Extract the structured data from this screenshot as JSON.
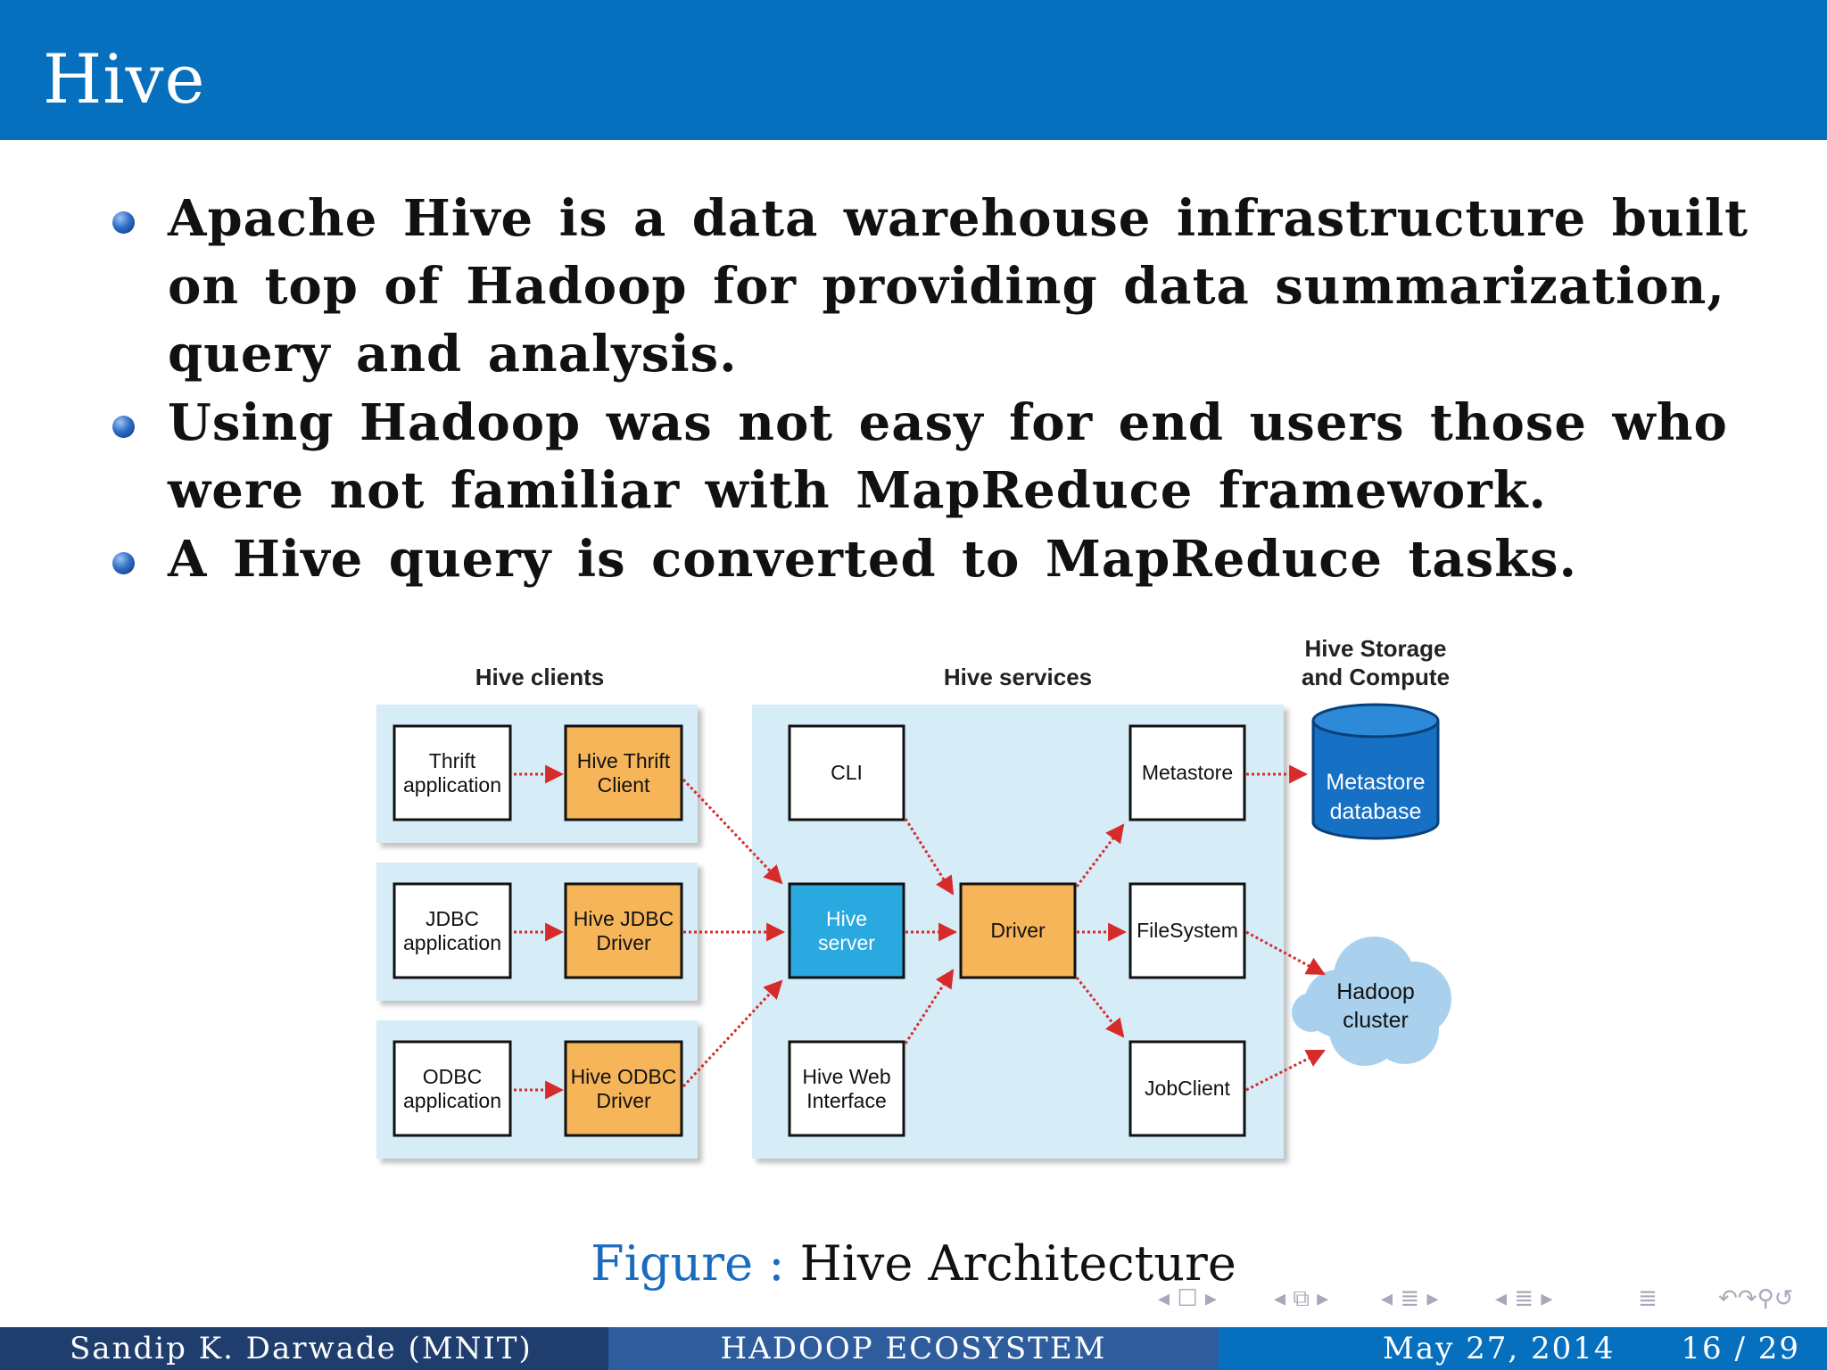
{
  "slide": {
    "title": "Hive"
  },
  "bullets": [
    {
      "text": "Apache Hive is a data warehouse infrastructure built on top of Hadoop for providing data summarization, query and analysis."
    },
    {
      "text": "Using Hadoop was not easy for end users those who were not familiar with MapReduce framework."
    },
    {
      "text": "A Hive query is converted to MapReduce tasks."
    }
  ],
  "diagram": {
    "section_titles": {
      "clients": "Hive clients",
      "services": "Hive services",
      "storage_line1": "Hive Storage",
      "storage_line2": "and Compute"
    },
    "clients": [
      {
        "app_line1": "Thrift",
        "app_line2": "application",
        "driver_line1": "Hive Thrift",
        "driver_line2": "Client"
      },
      {
        "app_line1": "JDBC",
        "app_line2": "application",
        "driver_line1": "Hive JDBC",
        "driver_line2": "Driver"
      },
      {
        "app_line1": "ODBC",
        "app_line2": "application",
        "driver_line1": "Hive ODBC",
        "driver_line2": "Driver"
      }
    ],
    "services": {
      "cli": "CLI",
      "hive_server_line1": "Hive",
      "hive_server_line2": "server",
      "web_line1": "Hive Web",
      "web_line2": "Interface",
      "driver": "Driver",
      "metastore": "Metastore",
      "filesystem": "FileSystem",
      "jobclient": "JobClient"
    },
    "storage": {
      "db_line1": "Metastore",
      "db_line2": "database",
      "cluster_line1": "Hadoop",
      "cluster_line2": "cluster"
    }
  },
  "caption": {
    "label": "Figure :",
    "text": "Hive Architecture"
  },
  "footer": {
    "author": "Sandip K. Darwade  (MNIT)",
    "talk_title": "HADOOP ECOSYSTEM",
    "date": "May 27, 2014",
    "page": "16 / 29"
  },
  "colors": {
    "title_bar": "#0670bf",
    "footer_left": "#1f3e6e",
    "footer_mid": "#2e5c9c",
    "footer_right": "#0670bf",
    "client_panel": "#d6ecf7",
    "driver_box": "#f7b55a",
    "hive_server_box": "#2aa8e0",
    "arrow": "#d62b2b"
  }
}
